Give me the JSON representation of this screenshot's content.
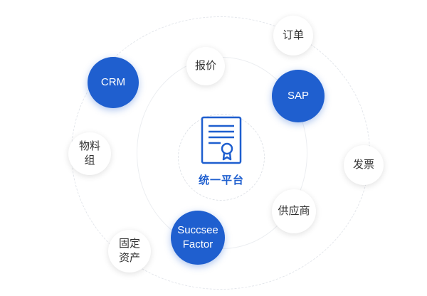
{
  "center": {
    "label": "统一平台",
    "icon": "certificate-document-icon"
  },
  "nodes": {
    "crm": {
      "label": "CRM"
    },
    "sap": {
      "label": "SAP"
    },
    "successfactor": {
      "line1": "Succsee",
      "line2": "Factor"
    },
    "quote": {
      "label": "报价"
    },
    "order": {
      "label": "订单"
    },
    "material_group": {
      "line1": "物料",
      "line2": "组"
    },
    "invoice": {
      "label": "发票"
    },
    "supplier": {
      "label": "供应商"
    },
    "fixed_assets": {
      "line1": "固定",
      "line2": "资产"
    }
  },
  "colors": {
    "accent_blue": "#1f5fcf",
    "ring_gray": "#e3e6eb",
    "text_dark": "#333333"
  }
}
